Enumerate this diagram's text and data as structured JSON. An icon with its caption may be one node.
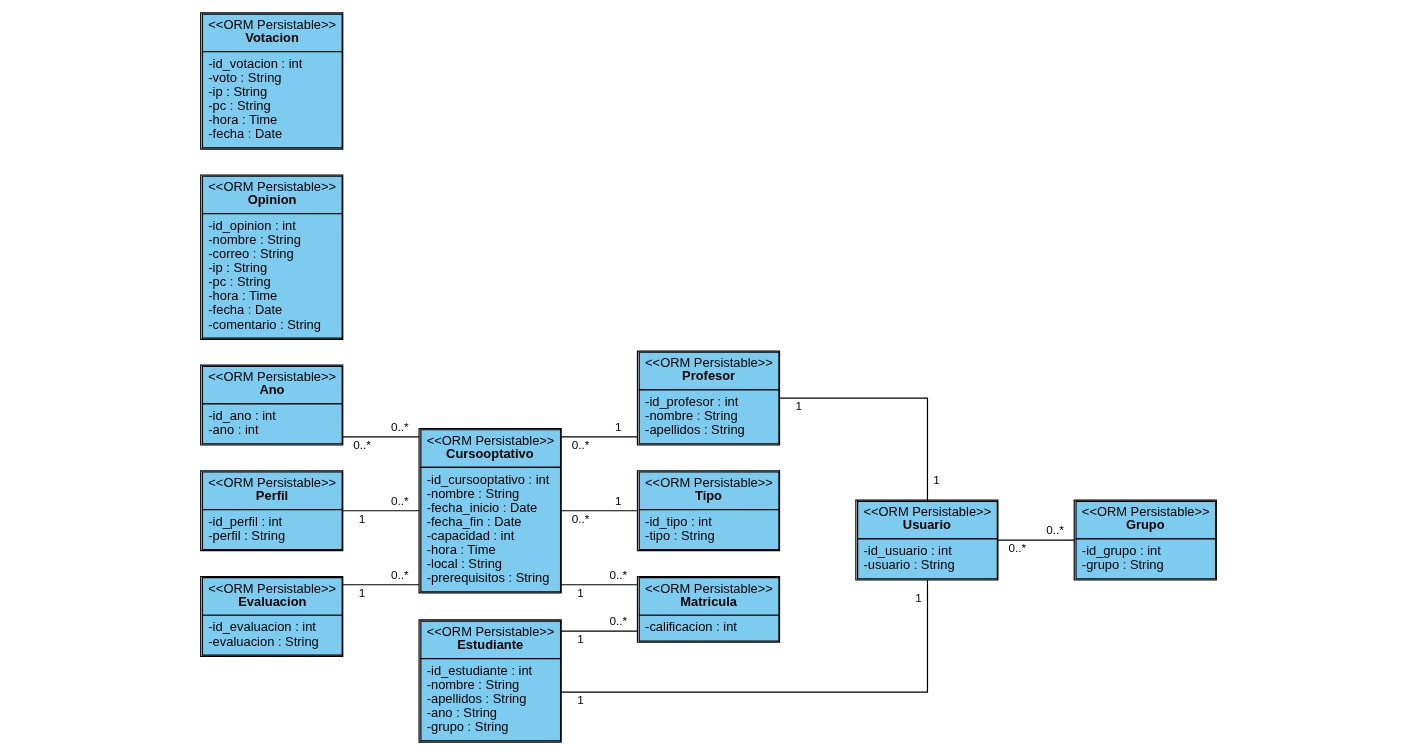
{
  "diagram": {
    "nodes": [
      {
        "text": [
          "<<ORM Persistable>>",
          "Ano",
          "-id_ano : int",
          "-ano : int"
        ]
      },
      {
        "text": [
          "<<ORM Persistable>>",
          "Perfil",
          "-id_perfil : int",
          "-perfil : String"
        ]
      },
      {
        "text": [
          "<<ORM Persistable>>",
          "Evaluacion",
          "-id_evaluacion : int",
          "-evaluacion : String"
        ]
      },
      {
        "text": [
          "<<ORM Persistable>>",
          "Estudiante",
          "-id_estudiante : int",
          "-nombre : String",
          "-apellidos : String",
          "-ano : String",
          "-grupo : String"
        ]
      },
      {
        "text": [
          "<<ORM Persistable>>",
          "Cursooptativo",
          "-id_cursooptativo : int",
          "-nombre : String",
          "-fecha_inicio : Date",
          "-fecha_fin : Date",
          "-capacidad : int",
          "-hora : Time",
          "-local : String",
          "-prerequisitos : String"
        ]
      },
      {
        "text": [
          "<<ORM Persistable>>",
          "Matricula",
          "-calificacion : int"
        ]
      },
      {
        "text": [
          "<<ORM Persistable>>",
          "Profesor",
          "-id_profesor : int",
          "-nombre : String",
          "-apellidos : String"
        ]
      },
      {
        "text": [
          "<<ORM Persistable>>",
          "Tipo",
          "-id_tipo : int",
          "-tipo : String"
        ]
      },
      {
        "text": [
          "<<ORM Persistable>>",
          "Usuario",
          "-id_usuario : int",
          "-usuario : String"
        ]
      },
      {
        "text": [
          "<<ORM Persistable>>",
          "Grupo",
          "-id_grupo : int",
          "-grupo : String"
        ]
      },
      {
        "text": [
          "<<ORM Persistable>>",
          "Opinion",
          "-id_opinion : int",
          "-nombre : String",
          "-correo : String",
          "-ip : String",
          "-pc : String",
          "-hora : Time",
          "-fecha : Date",
          "-comentario : String"
        ]
      },
      {
        "text": [
          "<<ORM Persistable>>",
          "Votacion",
          "-id_votacion : int",
          "-voto : String",
          "-ip : String",
          "-pc : String",
          "-hora : Time",
          "-fecha : Date"
        ]
      }
    ],
    "edges": [
      {
        "from": 0,
        "to": 4,
        "arrow": "none"
      },
      {
        "from": 1,
        "to": 4,
        "arrow": "none"
      },
      {
        "from": 2,
        "to": 4,
        "arrow": "none"
      },
      {
        "from": 4,
        "to": 6,
        "arrow": "none"
      },
      {
        "from": 4,
        "to": 7,
        "arrow": "none"
      },
      {
        "from": 4,
        "to": 5,
        "arrow": "none"
      },
      {
        "from": 3,
        "to": 5,
        "arrow": "none"
      },
      {
        "from": 3,
        "to": 8,
        "arrow": "none"
      },
      {
        "from": 6,
        "to": 8,
        "arrow": "none"
      },
      {
        "from": 8,
        "to": 9,
        "arrow": "none"
      }
    ],
    "labels": [
      "0..*",
      "0..*",
      "1",
      "0..*",
      "1",
      "0..*",
      "0..*",
      "1",
      "0..*",
      "1",
      "1",
      "0..*",
      "1",
      "0..*",
      "1",
      "1",
      "1",
      "1",
      "0..*",
      "0..*"
    ]
  }
}
